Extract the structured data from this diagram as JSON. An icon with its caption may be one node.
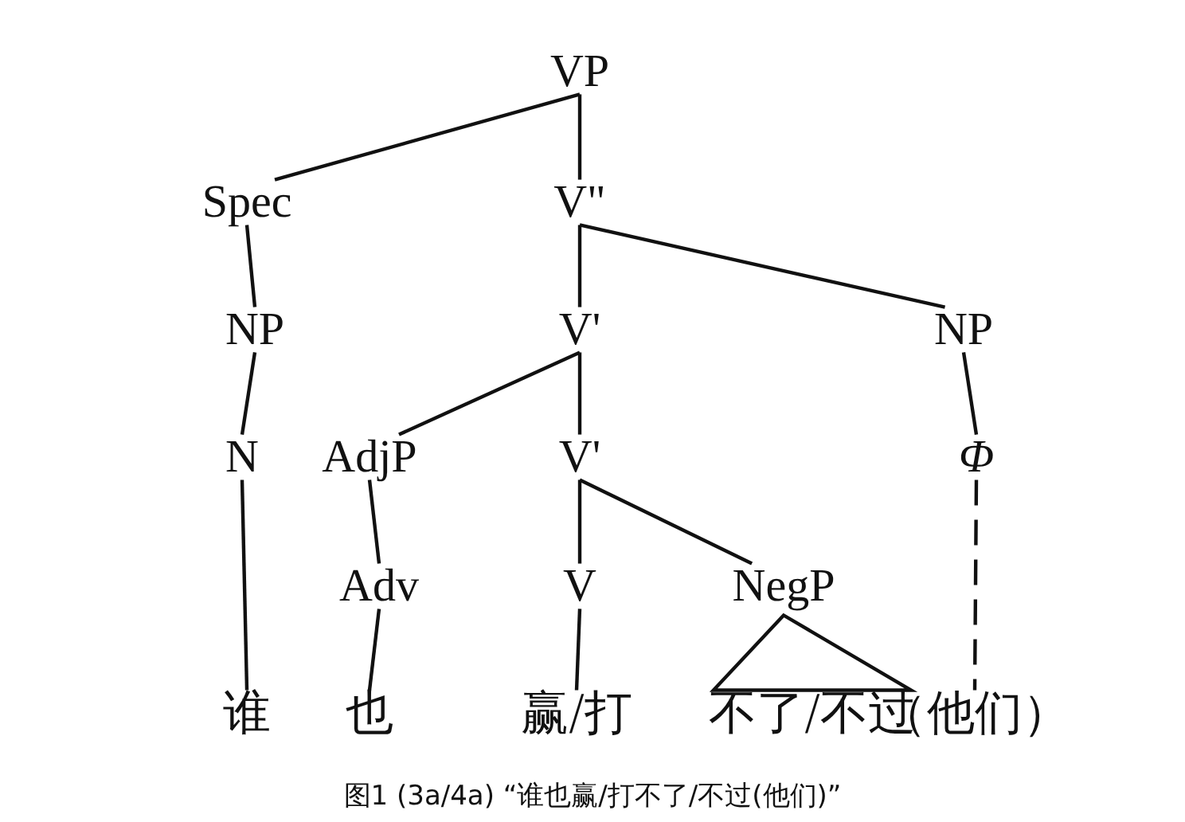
{
  "diagram": {
    "caption": "图1 (3a/4a) “谁也赢/打不了/不过(他们)”",
    "nodes": [
      {
        "text": [
          "VP"
        ]
      },
      {
        "text": [
          "Spec"
        ]
      },
      {
        "text": [
          "V\""
        ]
      },
      {
        "text": [
          "NP"
        ]
      },
      {
        "text": [
          "V'"
        ]
      },
      {
        "text": [
          "NP"
        ]
      },
      {
        "text": [
          "N"
        ]
      },
      {
        "text": [
          "AdjP"
        ]
      },
      {
        "text": [
          "V'"
        ]
      },
      {
        "text": [
          "Φ"
        ]
      },
      {
        "text": [
          "Adv"
        ]
      },
      {
        "text": [
          "V"
        ]
      },
      {
        "text": [
          "NegP"
        ]
      },
      {
        "text": [
          "谁"
        ]
      },
      {
        "text": [
          "也"
        ]
      },
      {
        "text": [
          "赢/打"
        ]
      },
      {
        "text": [
          "不了/不过"
        ]
      },
      {
        "text": [
          "（他们）"
        ]
      }
    ],
    "edges": [
      {
        "from": 0,
        "to": 1,
        "arrow": "none"
      },
      {
        "from": 0,
        "to": 2,
        "arrow": "none"
      },
      {
        "from": 1,
        "to": 3,
        "arrow": "none"
      },
      {
        "from": 2,
        "to": 4,
        "arrow": "none"
      },
      {
        "from": 2,
        "to": 5,
        "arrow": "none"
      },
      {
        "from": 3,
        "to": 6,
        "arrow": "none"
      },
      {
        "from": 4,
        "to": 7,
        "arrow": "none"
      },
      {
        "from": 4,
        "to": 8,
        "arrow": "none"
      },
      {
        "from": 5,
        "to": 9,
        "arrow": "none"
      },
      {
        "from": 6,
        "to": 13,
        "arrow": "none"
      },
      {
        "from": 7,
        "to": 10,
        "arrow": "none"
      },
      {
        "from": 8,
        "to": 11,
        "arrow": "none"
      },
      {
        "from": 8,
        "to": 12,
        "arrow": "none"
      },
      {
        "from": 9,
        "to": 17,
        "arrow": "none",
        "style": "dashed"
      },
      {
        "from": 10,
        "to": 14,
        "arrow": "none"
      },
      {
        "from": 11,
        "to": 15,
        "arrow": "none"
      },
      {
        "from": 12,
        "to": 16,
        "arrow": "none"
      }
    ]
  }
}
